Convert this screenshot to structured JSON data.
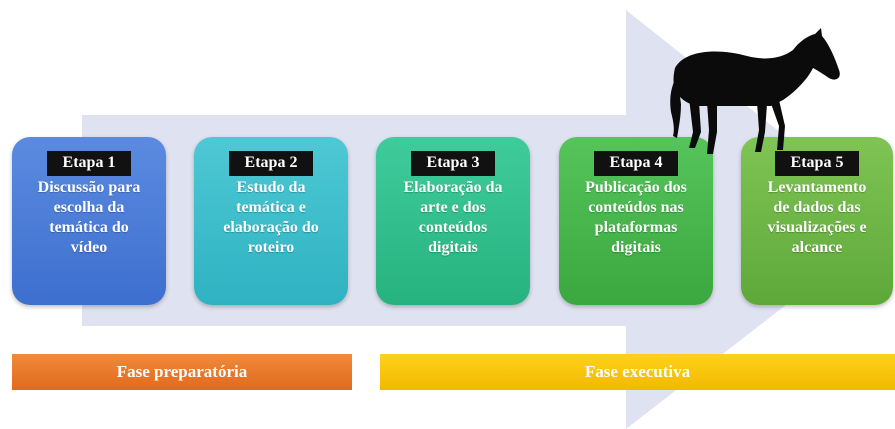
{
  "steps": [
    {
      "tag": "Etapa 1",
      "lines": [
        "Discussão para",
        "escolha da",
        "temática do",
        "vídeo"
      ]
    },
    {
      "tag": "Etapa 2",
      "lines": [
        "Estudo da",
        "temática e",
        "elaboração do",
        "roteiro"
      ]
    },
    {
      "tag": "Etapa 3",
      "lines": [
        "Elaboração da",
        "arte e dos",
        "conteúdos",
        "digitais"
      ]
    },
    {
      "tag": "Etapa 4",
      "lines": [
        "Publicação dos",
        "conteúdos nas",
        "plataformas",
        "digitais"
      ]
    },
    {
      "tag": "Etapa 5",
      "lines": [
        "Levantamento",
        "de dados das",
        "visualizações e",
        "alcance"
      ]
    }
  ],
  "phases": {
    "preparatory": "Fase preparatória",
    "executive": "Fase executiva"
  },
  "colors": {
    "arrow": "#dfe3f1",
    "step_tag_bg": "#111111",
    "phase_preparatory": "#e8782a",
    "phase_executive": "#f7c600"
  },
  "icons": {
    "horse": "horse-silhouette-icon"
  }
}
